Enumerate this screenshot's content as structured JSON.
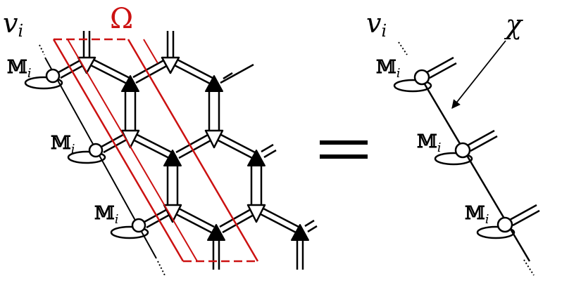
{
  "left_diagram": {
    "vertex_label": "v",
    "vertex_subscript": "i",
    "region_label": "Ω",
    "row_labels": [
      {
        "main": "M",
        "sub": "i"
      },
      {
        "main": "M",
        "sub": "i"
      },
      {
        "main": "M",
        "sub": "i"
      }
    ]
  },
  "equals_sign": "=",
  "right_diagram": {
    "vertex_label": "v",
    "vertex_subscript": "i",
    "bond_label": "χ",
    "row_labels": [
      {
        "main": "M",
        "sub": "i"
      },
      {
        "main": "M",
        "sub": "i"
      },
      {
        "main": "M",
        "sub": "i"
      }
    ]
  },
  "colors": {
    "ink": "#000000",
    "region": "#cc1111",
    "background": "#ffffff"
  }
}
